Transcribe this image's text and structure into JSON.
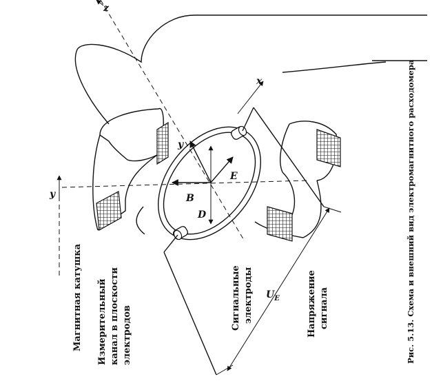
{
  "labels": {
    "magnetic_coil": "Магнитная катушка",
    "channel_line1": "Измерительный",
    "channel_line2": "канал в плоскости",
    "channel_line3": "электродов",
    "electrodes_line1": "Сигнальные",
    "electrodes_line2": "электроды",
    "voltage_line1": "Напряжение",
    "voltage_line2": "сигнала",
    "caption": "Рис. 5.13. Схема и внешний вид электромагнитного расходомера"
  },
  "symbols": {
    "axis_z": "z",
    "axis_x": "x",
    "axis_y": "y",
    "vec_y": "y",
    "vec_b": "B",
    "vec_e": "E",
    "dim_d": "D",
    "voltage": "U",
    "voltage_sub": "E"
  }
}
